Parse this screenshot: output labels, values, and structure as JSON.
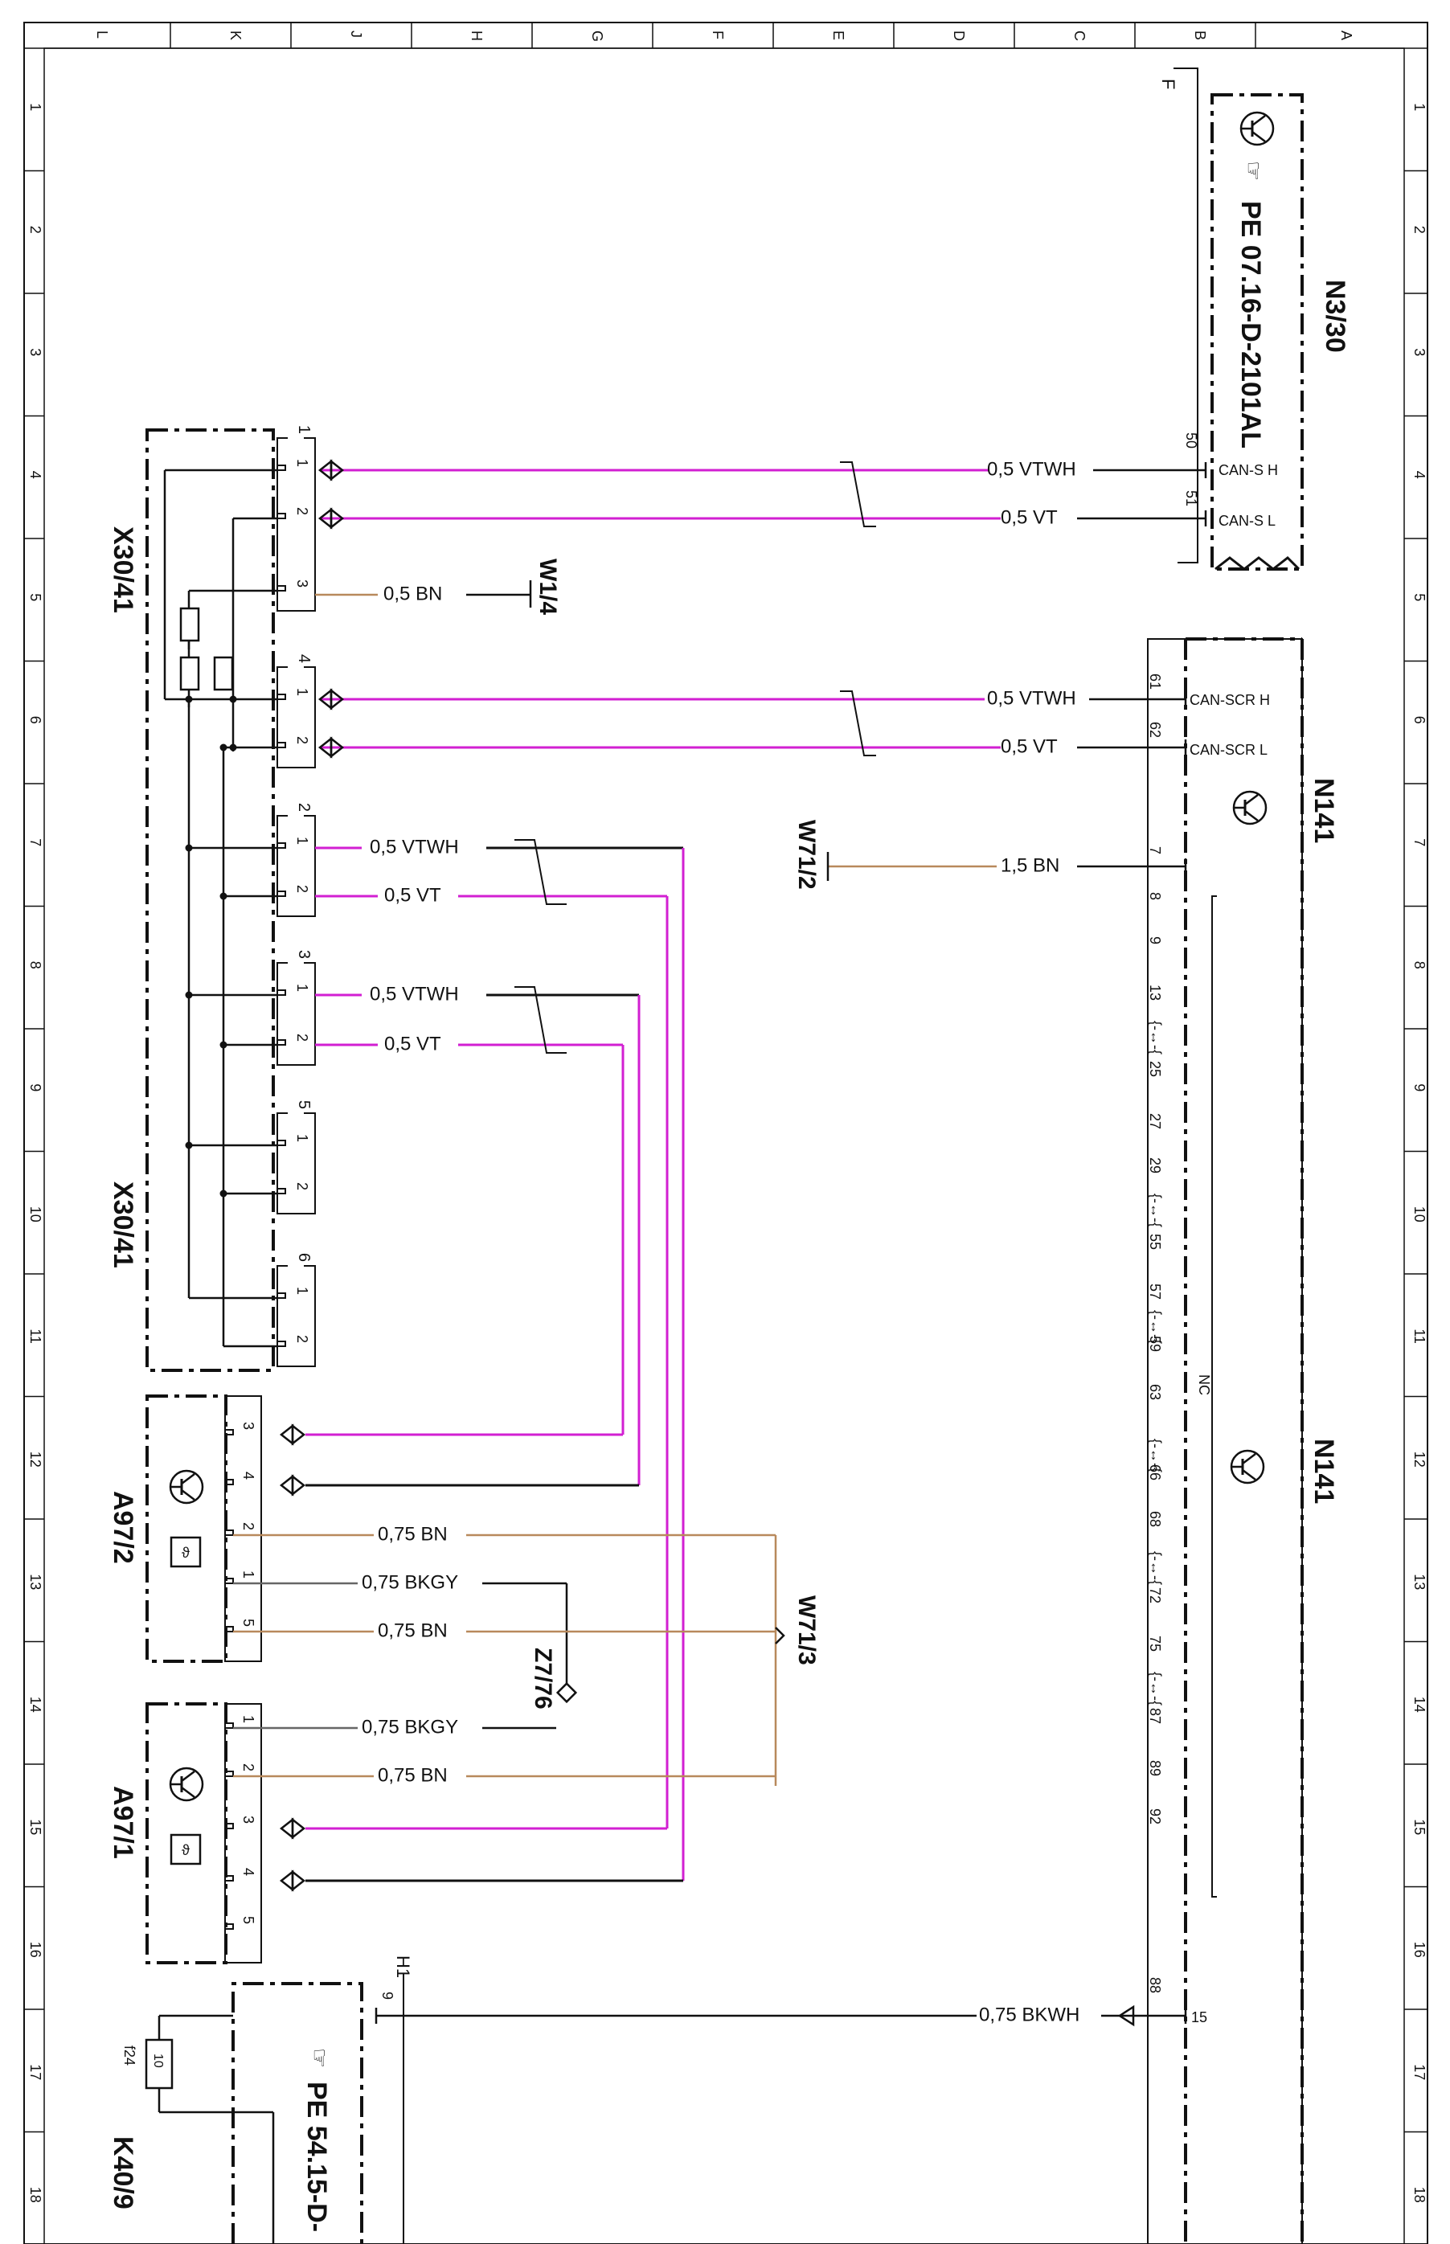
{
  "border": {
    "columns": [
      "L",
      "K",
      "J",
      "H",
      "G",
      "F",
      "E",
      "D",
      "C",
      "B",
      "A"
    ],
    "rows": [
      "1",
      "2",
      "3",
      "4",
      "5",
      "6",
      "7",
      "8",
      "9",
      "10",
      "11",
      "12",
      "13",
      "14",
      "15",
      "16",
      "17",
      "18"
    ]
  },
  "corner_marks": {
    "f": "F",
    "h1": "H1"
  },
  "components": {
    "n3_30": {
      "id": "N3/30",
      "ref": "PE 07.16-D-2101AL",
      "pin_50": "50",
      "pin_51": "51",
      "sig_h": "CAN-S H",
      "sig_l": "CAN-S L"
    },
    "n141_top": {
      "id": "N141",
      "pin_61": "61",
      "pin_62": "62",
      "sig_h": "CAN-SCR H",
      "sig_l": "CAN-SCR L",
      "pin_7": "7"
    },
    "n141_bottom": {
      "id": "N141",
      "nc": "NC",
      "pin_88": "88",
      "pin_88_label": "15",
      "pins": [
        "8",
        "9",
        "13",
        "25",
        "27",
        "29",
        "55",
        "57",
        "59",
        "63",
        "66",
        "68",
        "72",
        "75",
        "87",
        "89",
        "92"
      ]
    },
    "x30_41_top": {
      "id": "X30/41"
    },
    "x30_41_bottom": {
      "id": "X30/41"
    },
    "a97_2": {
      "id": "A97/2",
      "pins": [
        "3",
        "4",
        "2",
        "1",
        "5"
      ]
    },
    "a97_1": {
      "id": "A97/1",
      "pins": [
        "1",
        "2",
        "3",
        "4",
        "5"
      ]
    },
    "k40_9": {
      "id": "K40/9",
      "ref": "PE 54.15-D-",
      "pin": "9",
      "fuse_value": "10",
      "fuse_id": "f24"
    },
    "w1_4": {
      "id": "W1/4"
    },
    "w71_2": {
      "id": "W71/2"
    },
    "w71_3": {
      "id": "W71/3"
    },
    "z7_76": {
      "id": "Z7/76"
    }
  },
  "connector_blocks": {
    "b1": {
      "num": "1",
      "pins": [
        "1",
        "2",
        "3"
      ]
    },
    "b4": {
      "num": "4",
      "pins": [
        "1",
        "2"
      ]
    },
    "b2": {
      "num": "2",
      "pins": [
        "1",
        "2"
      ]
    },
    "b3": {
      "num": "3",
      "pins": [
        "1",
        "2"
      ]
    },
    "b5": {
      "num": "5",
      "pins": [
        "1",
        "2"
      ]
    },
    "b6": {
      "num": "6",
      "pins": [
        "1",
        "2"
      ]
    }
  },
  "wires": {
    "w1": "0,5 VTWH",
    "w2": "0,5 VT",
    "w3": "0,5 BN",
    "w4": "0,5 VTWH",
    "w5": "0,5 VT",
    "w6": "1,5 BN",
    "w7": "0,5 VTWH",
    "w8": "0,5 VT",
    "w9": "0,5 VTWH",
    "w10": "0,5 VT",
    "w11": "0,75 BN",
    "w12": "0,75 BKGY",
    "w13": "0,75 BN",
    "w14": "0,75 BKGY",
    "w15": "0,75 BN",
    "w16": "0,75 BKWH"
  },
  "colors": {
    "vt": "#d21fd2",
    "vtwh": "#d21fd2",
    "bn": "#b8895c",
    "bk": "#111111",
    "bkgy": "#666666"
  }
}
